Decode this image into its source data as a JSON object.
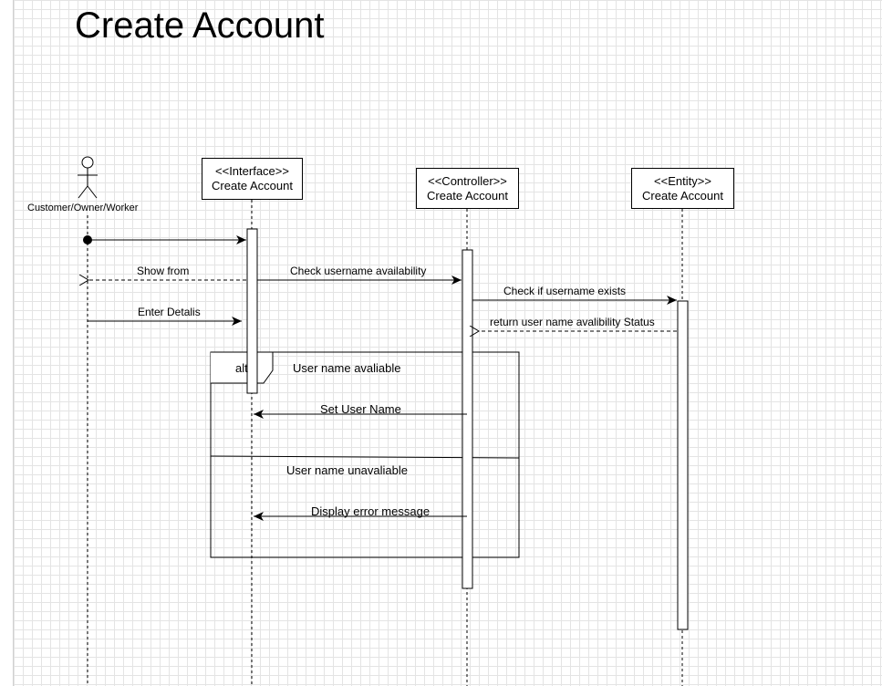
{
  "title": "Create Account",
  "actor": {
    "name": "Customer/Owner/Worker"
  },
  "participants": {
    "interface": {
      "stereotype": "<<Interface>>",
      "name": "Create Account"
    },
    "controller": {
      "stereotype": "<<Controller>>",
      "name": "Create Account"
    },
    "entity": {
      "stereotype": "<<Entity>>",
      "name": "Create Account"
    }
  },
  "messages": {
    "show_form": "Show from",
    "enter_details": "Enter Detalis",
    "check_availability": "Check username availability",
    "check_exists": "Check if username exists",
    "return_status": "return user name avalibility Status"
  },
  "alt": {
    "keyword": "alt",
    "available_guard": "User name avaliable",
    "set_user_name": "Set User Name",
    "unavailable_guard": "User name unavaliable",
    "display_error": "Display error message"
  }
}
